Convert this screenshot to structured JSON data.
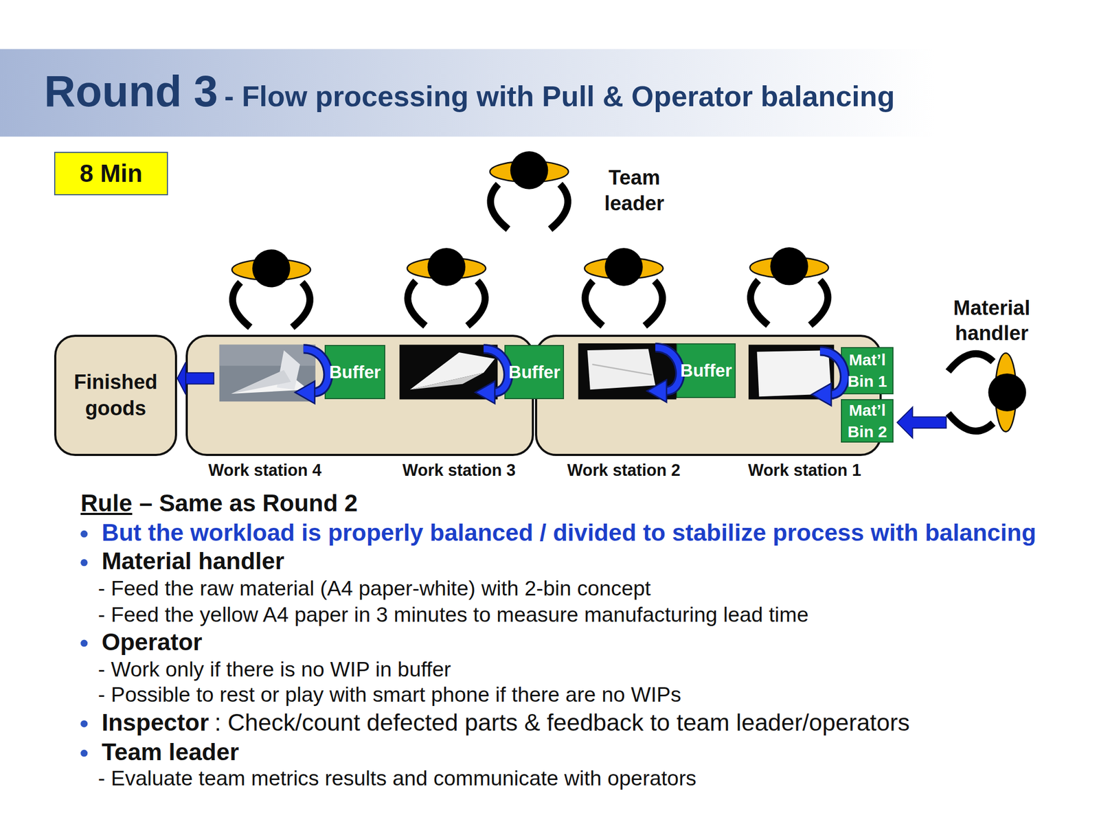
{
  "diagram": {
    "title": "Round 3",
    "nodes": [
      {
        "text": [
          "8 Min"
        ]
      },
      {
        "text": [
          "Finished goods"
        ]
      },
      {
        "text": [
          "Work station 4",
          "Work station 3"
        ]
      },
      {
        "text": [
          "Buffer"
        ],
        "in": 2
      },
      {
        "text": [
          "Work station 2",
          "Work station 1"
        ]
      },
      {
        "text": [
          "Buffer"
        ],
        "in": 4
      },
      {
        "text": [
          "Buffer"
        ],
        "in": 4
      },
      {
        "text": [
          "Mat’l Bin 1"
        ],
        "in": 4
      },
      {
        "text": [
          "Mat’l Bin 2"
        ],
        "in": 4
      }
    ],
    "edges": [
      {
        "from": 2,
        "to": 1,
        "arrow": "to"
      }
    ],
    "labels": [
      "- Flow processing with Pull & Operator balancing",
      "Team leader",
      "Material handler",
      "Rule",
      "– Same as Round 2",
      "But the workload is properly balanced / divided to stabilize process with balancing",
      "Material handler",
      "- Feed the raw material (A4 paper-white) with 2-bin concept",
      "- Feed the yellow A4 paper in 3 minutes to measure manufacturing lead time",
      "Operator",
      "- Work only if there is no WIP in buffer",
      "- Possible to rest or play with smart phone if there are no WIPs",
      "Inspector",
      ": Check/count defected parts & feedback to team leader/operators",
      "Team leader",
      "- Evaluate team metrics results and communicate with operators"
    ]
  }
}
